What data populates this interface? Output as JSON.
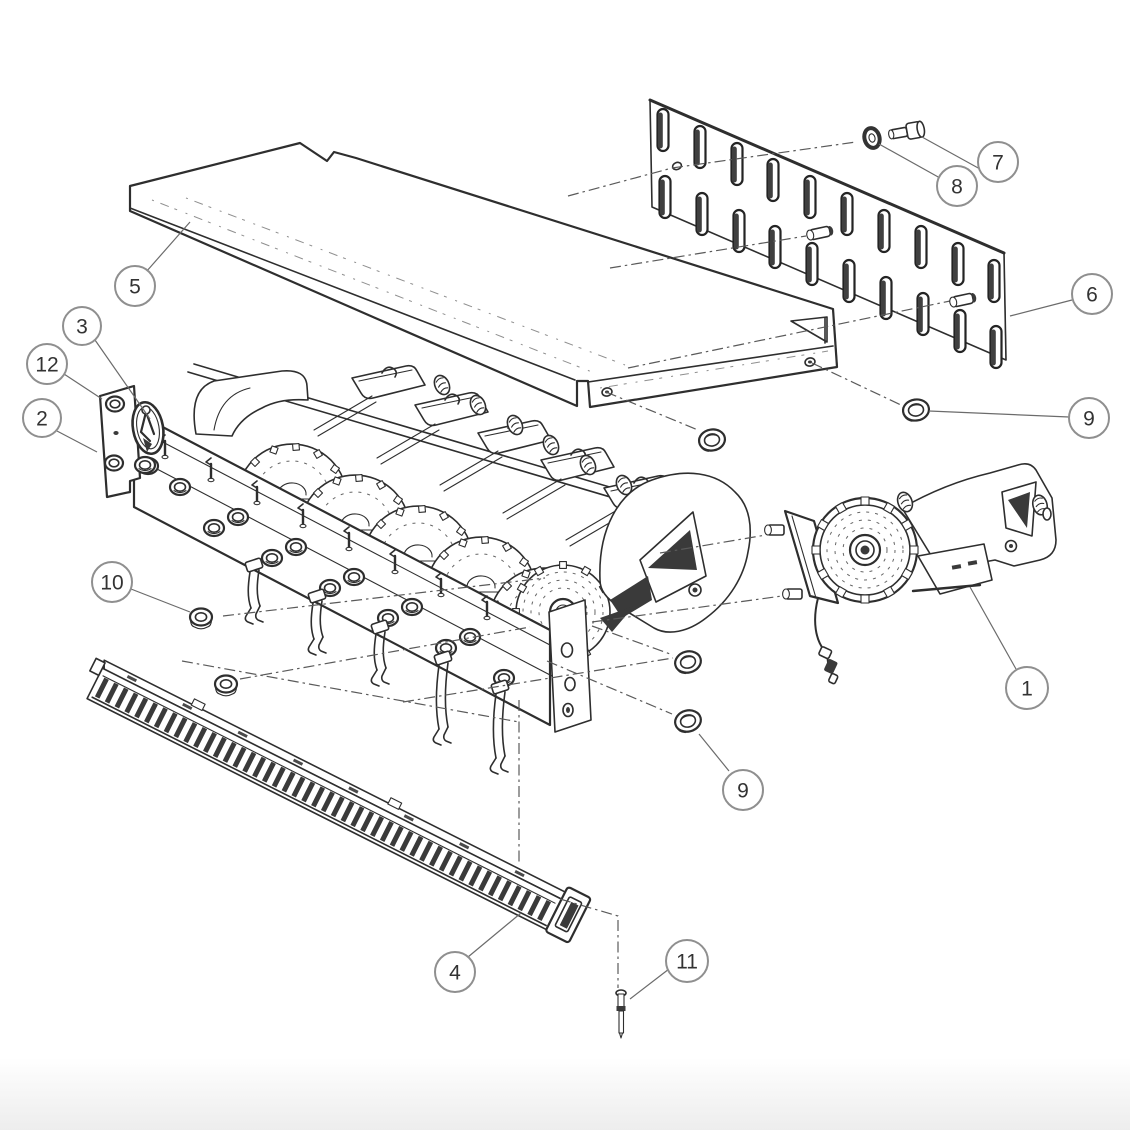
{
  "figure": {
    "type": "exploded-parts-diagram",
    "background": "#ffffff",
    "colors": {
      "line": "#2e2e2e",
      "projection_line": "#5a5a5a",
      "balloon_stroke": "#8f8f8f",
      "balloon_fill": "#ffffff",
      "balloon_text": "#333333",
      "shading": "#3a3a3a"
    },
    "callouts": [
      {
        "id": "callout-1",
        "label": "1"
      },
      {
        "id": "callout-2",
        "label": "2"
      },
      {
        "id": "callout-3",
        "label": "3"
      },
      {
        "id": "callout-4",
        "label": "4"
      },
      {
        "id": "callout-5",
        "label": "5"
      },
      {
        "id": "callout-6",
        "label": "6"
      },
      {
        "id": "callout-7",
        "label": "7"
      },
      {
        "id": "callout-8",
        "label": "8"
      },
      {
        "id": "callout-9-upper",
        "label": "9"
      },
      {
        "id": "callout-9-lower",
        "label": "9"
      },
      {
        "id": "callout-10",
        "label": "10"
      },
      {
        "id": "callout-11",
        "label": "11"
      },
      {
        "id": "callout-12",
        "label": "12"
      }
    ]
  }
}
